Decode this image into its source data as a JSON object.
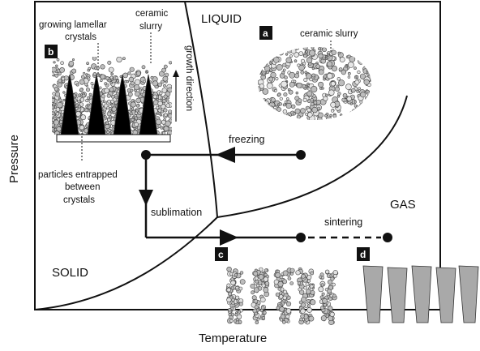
{
  "axes": {
    "x_label": "Temperature",
    "y_label": "Pressure"
  },
  "regions": {
    "liquid": "LIQUID",
    "solid": "SOLID",
    "gas": "GAS"
  },
  "processes": {
    "freezing": "freezing",
    "sublimation": "sublimation",
    "sintering": "sintering"
  },
  "panel_a": {
    "badge": "a",
    "caption": "ceramic slurry"
  },
  "panel_b": {
    "badge": "b",
    "growing_label_line1": "growing lamellar",
    "growing_label_line2": "crystals",
    "slurry_label_line1": "ceramic",
    "slurry_label_line2": "slurry",
    "growth_direction": "growth direction",
    "entrapped_line1": "particles entrapped",
    "entrapped_line2": "between",
    "entrapped_line3": "crystals"
  },
  "panel_c": {
    "badge": "c"
  },
  "panel_d": {
    "badge": "d"
  },
  "colors": {
    "line": "#111111",
    "particle_fill": "#bdbdbd",
    "particle_stroke": "#444444",
    "sintered": "#a9a9a9",
    "crystal": "#000000"
  }
}
